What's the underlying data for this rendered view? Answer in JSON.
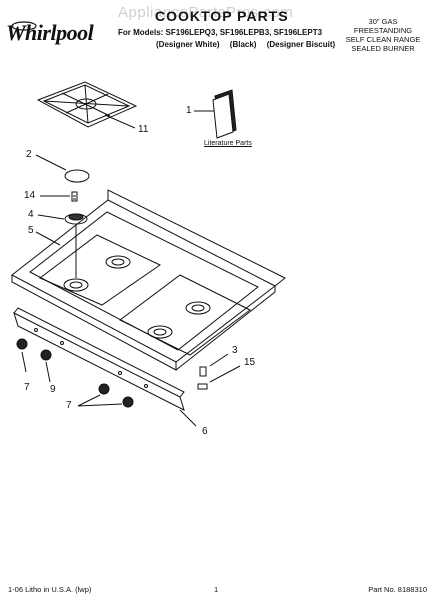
{
  "header": {
    "brand": "Whirlpool",
    "watermark": "AppliancePartsPros.com",
    "title": "COOKTOP PARTS",
    "models": "For Models: SF196LEPQ3, SF196LEPB3, SF196LEPT3",
    "variants": [
      "(Designer White)",
      "(Black)",
      "(Designer Biscuit)"
    ],
    "range_type": [
      "30\" GAS FREESTANDING",
      "SELF CLEAN RANGE",
      "SEALED BURNER"
    ]
  },
  "literature_label": "Literature Parts",
  "callouts": {
    "c1": "1",
    "c2": "2",
    "c3": "3",
    "c4": "4",
    "c5": "5",
    "c6": "6",
    "c7a": "7",
    "c7b": "7",
    "c9": "9",
    "c11": "11",
    "c14": "14",
    "c15": "15"
  },
  "footer": {
    "print_info": "1-06 Litho in U.S.A. (lwp)",
    "page": "1",
    "part_number": "Part No. 8188310"
  }
}
